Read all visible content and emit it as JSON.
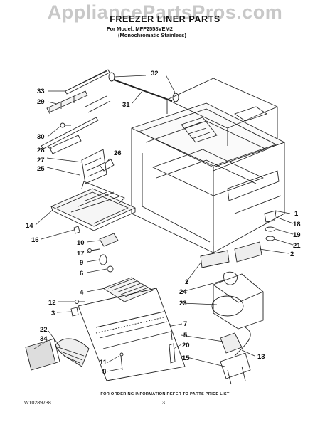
{
  "watermark": "AppliancePartsPros.com",
  "title": "FREEZER LINER PARTS",
  "model_line": "For Model: MFF2558VEM2",
  "variant_line": "(Monochromatic Stainless)",
  "footer_note": "FOR ORDERING INFORMATION REFER TO PARTS PRICE LIST",
  "document_number": "W10289738",
  "page_number": "3",
  "callouts": {
    "c33": "33",
    "c29": "29",
    "c30": "30",
    "c28": "28",
    "c27": "27",
    "c25": "25",
    "c26": "26",
    "c32": "32",
    "c31": "31",
    "c14": "14",
    "c16": "16",
    "c10": "10",
    "c17": "17",
    "c9": "9",
    "c6": "6",
    "c4": "4",
    "c12": "12",
    "c3": "3",
    "c22": "22",
    "c34": "34",
    "c11": "11",
    "c8": "8",
    "c7": "7",
    "c5": "5",
    "c20": "20",
    "c15": "15",
    "c13": "13",
    "c23": "23",
    "c24": "24",
    "c2a": "2",
    "c2b": "2",
    "c1": "1",
    "c18": "18",
    "c19": "19",
    "c21": "21"
  }
}
